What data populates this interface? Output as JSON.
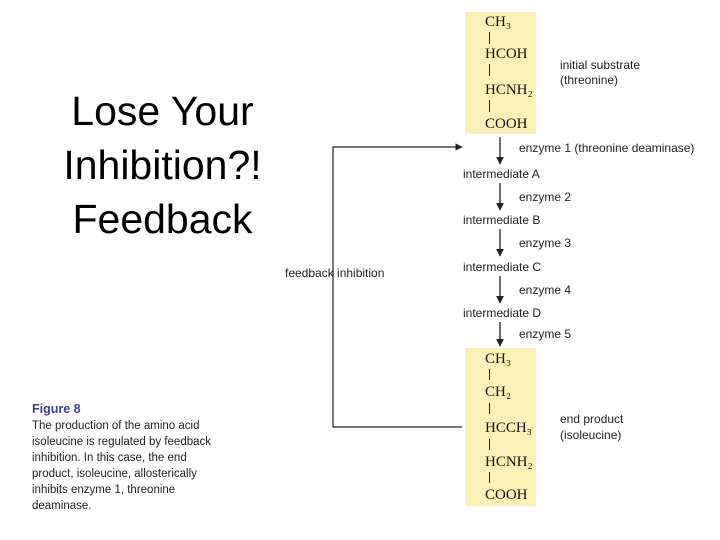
{
  "slide": {
    "title_lines": [
      "Lose Your",
      "Inhibition?!",
      "Feedback"
    ]
  },
  "caption": {
    "figure_label": "Figure 8",
    "text_lines": [
      "The production of the amino acid",
      "isoleucine is regulated by feedback",
      "inhibition. In this case, the end",
      "product, isoleucine, allosterically",
      "inhibits enzyme 1, threonine",
      "deaminase."
    ]
  },
  "pathway": {
    "substrate_formula": [
      "CH₃",
      "HCOH",
      "HCNH₂",
      "COOH"
    ],
    "substrate_label": [
      "initial substrate",
      "(threonine)"
    ],
    "steps": [
      {
        "enzyme": "enzyme 1 (threonine deaminase)",
        "intermediate": "intermediate A"
      },
      {
        "enzyme": "enzyme 2",
        "intermediate": "intermediate B"
      },
      {
        "enzyme": "enzyme 3",
        "intermediate": "intermediate C"
      },
      {
        "enzyme": "enzyme 4",
        "intermediate": "intermediate D"
      },
      {
        "enzyme": "enzyme 5",
        "intermediate": ""
      }
    ],
    "product_formula": [
      "CH₃",
      "CH₂",
      "HCCH₃",
      "HCNH₂",
      "COOH"
    ],
    "product_label": [
      "end product",
      "(isoleucine)"
    ],
    "feedback_label": "feedback inhibition",
    "colors": {
      "molecule_box": "#fcf0b6",
      "caption_heading": "#3a3f8f",
      "line": "#222222"
    }
  }
}
